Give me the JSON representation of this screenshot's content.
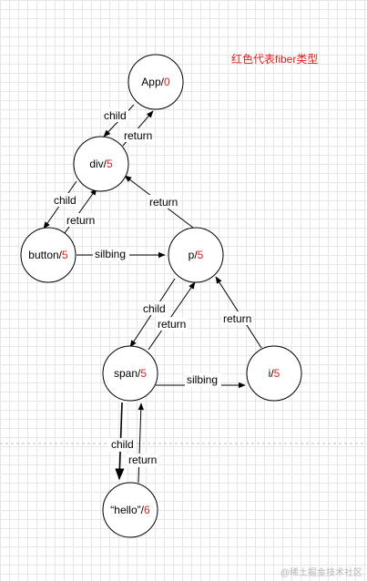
{
  "legend": {
    "text": "红色代表fiber类型",
    "color": "#e02020"
  },
  "colors": {
    "type_number": "#e02020",
    "stroke": "#000000"
  },
  "nodes": [
    {
      "id": "app",
      "name": "App",
      "type": "0"
    },
    {
      "id": "div",
      "name": "div",
      "type": "5"
    },
    {
      "id": "button",
      "name": "button",
      "type": "5"
    },
    {
      "id": "p",
      "name": "p",
      "type": "5"
    },
    {
      "id": "span",
      "name": "span",
      "type": "5"
    },
    {
      "id": "i",
      "name": "i",
      "type": "5"
    },
    {
      "id": "hello",
      "name": "“hello”",
      "type": "6"
    }
  ],
  "edges": [
    {
      "id": "app-div-child",
      "label": "child"
    },
    {
      "id": "div-app-return",
      "label": "return"
    },
    {
      "id": "div-button-child",
      "label": "child"
    },
    {
      "id": "button-div-return",
      "label": "return"
    },
    {
      "id": "p-div-return",
      "label": "return"
    },
    {
      "id": "button-p-sibling",
      "label": "silbing"
    },
    {
      "id": "p-span-child",
      "label": "child"
    },
    {
      "id": "span-p-return",
      "label": "return"
    },
    {
      "id": "i-p-return",
      "label": "return"
    },
    {
      "id": "span-i-sibling",
      "label": "silbing"
    },
    {
      "id": "span-hello-child",
      "label": "child"
    },
    {
      "id": "hello-span-return",
      "label": "return"
    }
  ],
  "watermark": "@稀土掘金技术社区"
}
